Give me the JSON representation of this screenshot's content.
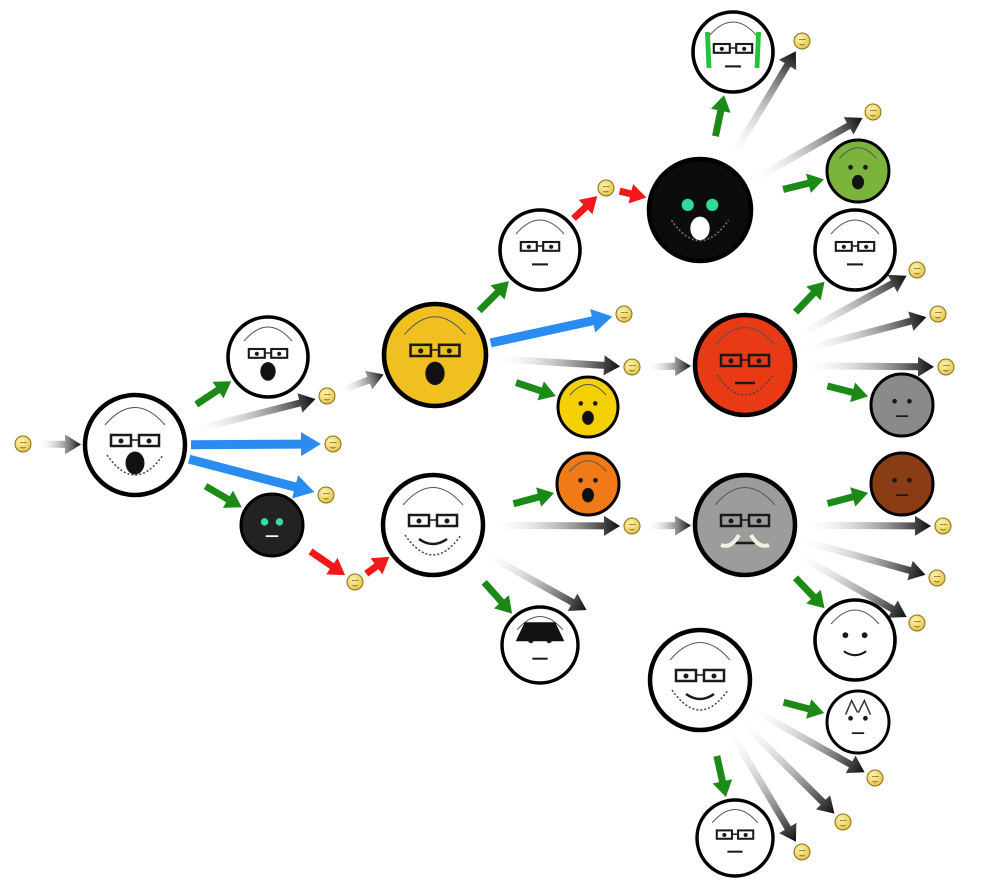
{
  "diagram": {
    "nodes": [
      {
        "id": "root",
        "kind": "soyjak",
        "skin": "#ffffff",
        "feature": "glasses-beard-open-mouth",
        "icon": "glasses-soyjak-icon"
      },
      {
        "id": "screaming-glasses",
        "kind": "soyjak",
        "skin": "#ffffff",
        "feature": "screaming-glasses",
        "icon": "screaming-soyjak-icon"
      },
      {
        "id": "dark-creature",
        "kind": "dark",
        "skin": "#222222",
        "feature": "dark-green-glow",
        "icon": "dark-creature-icon"
      },
      {
        "id": "yellow-soyjak",
        "kind": "soyjak",
        "skin": "#f0c020",
        "feature": "yellow-glasses",
        "icon": "yellow-soyjak-icon"
      },
      {
        "id": "smug-wojak",
        "kind": "wojak",
        "skin": "#ffffff",
        "feature": "smug-glasses",
        "icon": "smug-wojak-icon"
      },
      {
        "id": "crying-glasses",
        "kind": "soyjak",
        "skin": "#ffffff",
        "feature": "hands-on-face",
        "icon": "crying-soyjak-icon"
      },
      {
        "id": "yellow-cartoon",
        "kind": "cartoon",
        "skin": "#f4d000",
        "feature": "yellow-cartoon-screaming",
        "icon": "yellow-cartoon-icon"
      },
      {
        "id": "orange-face",
        "kind": "cartoon",
        "skin": "#f07a18",
        "feature": "orange-screaming",
        "icon": "orange-face-icon"
      },
      {
        "id": "anime-boy",
        "kind": "anime",
        "skin": "#ffffff",
        "feature": "anime-dark-hair",
        "icon": "anime-boy-icon"
      },
      {
        "id": "black-glow-eyes",
        "kind": "dark",
        "skin": "#0c0c0c",
        "feature": "glowing-eyes-beard",
        "icon": "glowing-eyes-icon"
      },
      {
        "id": "red-soyjak",
        "kind": "soyjak",
        "skin": "#e83a14",
        "feature": "red-glasses-beard",
        "icon": "red-soyjak-icon"
      },
      {
        "id": "grey-elephant",
        "kind": "soyjak",
        "skin": "#9c9c9c",
        "feature": "grey-tusks",
        "icon": "elephant-soyjak-icon"
      },
      {
        "id": "bald-wojak",
        "kind": "wojak",
        "skin": "#ffffff",
        "feature": "bald-glasses-smile",
        "icon": "bald-wojak-icon"
      },
      {
        "id": "green-haired",
        "kind": "soyjak",
        "skin": "#ffffff",
        "feature": "green-hair-angry",
        "icon": "green-haired-icon"
      },
      {
        "id": "green-frog",
        "kind": "cartoon",
        "skin": "#7ab43c",
        "feature": "frog-screaming",
        "icon": "frog-icon"
      },
      {
        "id": "glasses-man",
        "kind": "soyjak",
        "skin": "#ffffff",
        "feature": "serious-glasses",
        "icon": "glasses-man-icon"
      },
      {
        "id": "raccoon",
        "kind": "animal",
        "skin": "#8a8a8a",
        "feature": "raccoon-face",
        "icon": "raccoon-icon"
      },
      {
        "id": "brown-creature",
        "kind": "animal",
        "skin": "#8a3c14",
        "feature": "brown-fur",
        "icon": "brown-creature-icon"
      },
      {
        "id": "smiling-man",
        "kind": "soyjak",
        "skin": "#ffffff",
        "feature": "smiling-man",
        "icon": "smiling-man-icon"
      },
      {
        "id": "white-cat",
        "kind": "animal",
        "skin": "#ffffff",
        "feature": "white-cat",
        "icon": "cat-icon"
      },
      {
        "id": "angry-glasses",
        "kind": "soyjak",
        "skin": "#ffffff",
        "feature": "angry-glasses",
        "icon": "angry-glasses-icon"
      }
    ],
    "coins": [
      {
        "id": "c-start",
        "icon": "coin-icon"
      },
      {
        "id": "c-root-grad",
        "icon": "coin-icon"
      },
      {
        "id": "c-root-blue1",
        "icon": "coin-icon"
      },
      {
        "id": "c-root-blue2",
        "icon": "coin-icon"
      },
      {
        "id": "c-dark-red",
        "icon": "coin-icon"
      },
      {
        "id": "c-crying-red",
        "icon": "coin-icon"
      },
      {
        "id": "c-yellow-blue",
        "icon": "coin-icon"
      },
      {
        "id": "c-yellow-grad",
        "icon": "coin-icon"
      },
      {
        "id": "c-smug-grad",
        "icon": "coin-icon"
      },
      {
        "id": "c-glow-up",
        "icon": "coin-icon"
      },
      {
        "id": "c-glow-right",
        "icon": "coin-icon"
      },
      {
        "id": "c-red-1",
        "icon": "coin-icon"
      },
      {
        "id": "c-red-2",
        "icon": "coin-icon"
      },
      {
        "id": "c-red-3",
        "icon": "coin-icon"
      },
      {
        "id": "c-grey-1",
        "icon": "coin-icon"
      },
      {
        "id": "c-grey-2",
        "icon": "coin-icon"
      },
      {
        "id": "c-grey-3",
        "icon": "coin-icon"
      },
      {
        "id": "c-bald-1",
        "icon": "coin-icon"
      },
      {
        "id": "c-bald-2",
        "icon": "coin-icon"
      },
      {
        "id": "c-bald-3",
        "icon": "coin-icon"
      }
    ],
    "arrow_kinds": {
      "green": "#1c8a16",
      "red": "#f01818",
      "blue": "#2a8cf0",
      "gradient": "#111111"
    },
    "edges": [
      {
        "from": "c-start",
        "to": "root",
        "kind": "gradient"
      },
      {
        "from": "root",
        "to": "screaming-glasses",
        "kind": "green"
      },
      {
        "from": "root",
        "to": "c-root-grad",
        "kind": "gradient"
      },
      {
        "from": "root",
        "to": "c-root-blue1",
        "kind": "blue"
      },
      {
        "from": "root",
        "to": "c-root-blue2",
        "kind": "blue"
      },
      {
        "from": "root",
        "to": "dark-creature",
        "kind": "green"
      },
      {
        "from": "c-root-grad",
        "to": "yellow-soyjak",
        "kind": "gradient"
      },
      {
        "from": "dark-creature",
        "to": "c-dark-red",
        "kind": "red"
      },
      {
        "from": "c-dark-red",
        "to": "smug-wojak",
        "kind": "red"
      },
      {
        "from": "yellow-soyjak",
        "to": "crying-glasses",
        "kind": "green"
      },
      {
        "from": "yellow-soyjak",
        "to": "c-yellow-blue",
        "kind": "blue"
      },
      {
        "from": "yellow-soyjak",
        "to": "c-yellow-grad",
        "kind": "gradient"
      },
      {
        "from": "yellow-soyjak",
        "to": "yellow-cartoon",
        "kind": "green"
      },
      {
        "from": "crying-glasses",
        "to": "c-crying-red",
        "kind": "red"
      },
      {
        "from": "c-crying-red",
        "to": "black-glow-eyes",
        "kind": "red"
      },
      {
        "from": "c-yellow-grad",
        "to": "red-soyjak",
        "kind": "gradient"
      },
      {
        "from": "smug-wojak",
        "to": "orange-face",
        "kind": "green"
      },
      {
        "from": "smug-wojak",
        "to": "c-smug-grad",
        "kind": "gradient"
      },
      {
        "from": "smug-wojak",
        "to": "anime-boy",
        "kind": "green"
      },
      {
        "from": "smug-wojak",
        "to": "anime-boy-arrow",
        "kind": "gradient"
      },
      {
        "from": "c-smug-grad",
        "to": "grey-elephant",
        "kind": "gradient"
      },
      {
        "from": "black-glow-eyes",
        "to": "green-haired",
        "kind": "green"
      },
      {
        "from": "black-glow-eyes",
        "to": "c-glow-up",
        "kind": "gradient"
      },
      {
        "from": "black-glow-eyes",
        "to": "c-glow-right",
        "kind": "gradient"
      },
      {
        "from": "black-glow-eyes",
        "to": "green-frog",
        "kind": "green"
      },
      {
        "from": "red-soyjak",
        "to": "glasses-man",
        "kind": "green"
      },
      {
        "from": "red-soyjak",
        "to": "c-red-1",
        "kind": "gradient"
      },
      {
        "from": "red-soyjak",
        "to": "c-red-2",
        "kind": "gradient"
      },
      {
        "from": "red-soyjak",
        "to": "c-red-3",
        "kind": "gradient"
      },
      {
        "from": "red-soyjak",
        "to": "raccoon",
        "kind": "green"
      },
      {
        "from": "grey-elephant",
        "to": "brown-creature",
        "kind": "green"
      },
      {
        "from": "grey-elephant",
        "to": "c-grey-1",
        "kind": "gradient"
      },
      {
        "from": "grey-elephant",
        "to": "c-grey-2",
        "kind": "gradient"
      },
      {
        "from": "grey-elephant",
        "to": "c-grey-3",
        "kind": "gradient"
      },
      {
        "from": "grey-elephant",
        "to": "smiling-man",
        "kind": "green"
      },
      {
        "from": "bald-wojak",
        "to": "white-cat",
        "kind": "green"
      },
      {
        "from": "bald-wojak",
        "to": "c-bald-1",
        "kind": "gradient"
      },
      {
        "from": "bald-wojak",
        "to": "c-bald-2",
        "kind": "gradient"
      },
      {
        "from": "bald-wojak",
        "to": "c-bald-3",
        "kind": "gradient"
      },
      {
        "from": "bald-wojak",
        "to": "angry-glasses",
        "kind": "green"
      }
    ]
  }
}
